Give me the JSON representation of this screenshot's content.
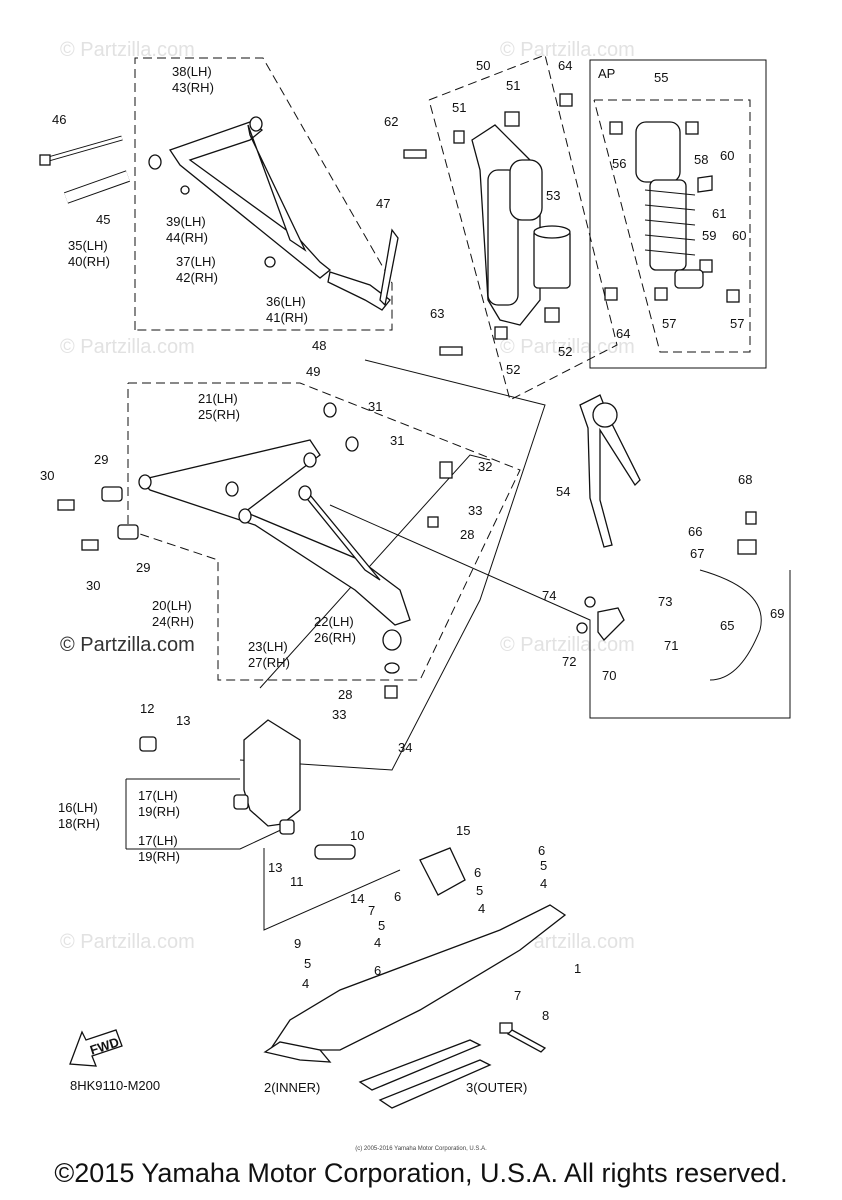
{
  "watermarks": [
    "© Partzilla.com",
    "© Partzilla.com",
    "© Partzilla.com",
    "© Partzilla.com",
    "© Partzilla.com",
    "© Partzilla.com",
    "© Partzilla.com",
    "© Partzilla.com"
  ],
  "center_watermark": "© Partzilla.com",
  "ap_label": "AP",
  "fwd_label": "FWD",
  "diagram_code": "8HK9110-M200",
  "small_copyright": "(c) 2005-2016 Yamaha Motor Corporation, U.S.A.",
  "footer_copyright": "©2015 Yamaha Motor Corporation, U.S.A. All rights reserved.",
  "callouts": [
    {
      "id": "c46",
      "text": "46"
    },
    {
      "id": "c45",
      "text": "45"
    },
    {
      "id": "c38",
      "text": "38(LH)"
    },
    {
      "id": "c43",
      "text": "43(RH)"
    },
    {
      "id": "c39",
      "text": "39(LH)"
    },
    {
      "id": "c44",
      "text": "44(RH)"
    },
    {
      "id": "c35",
      "text": "35(LH)"
    },
    {
      "id": "c40",
      "text": "40(RH)"
    },
    {
      "id": "c37",
      "text": "37(LH)"
    },
    {
      "id": "c42",
      "text": "42(RH)"
    },
    {
      "id": "c36",
      "text": "36(LH)"
    },
    {
      "id": "c41",
      "text": "41(RH)"
    },
    {
      "id": "c47",
      "text": "47"
    },
    {
      "id": "c48",
      "text": "48"
    },
    {
      "id": "c49",
      "text": "49"
    },
    {
      "id": "c50",
      "text": "50"
    },
    {
      "id": "c51a",
      "text": "51"
    },
    {
      "id": "c51b",
      "text": "51"
    },
    {
      "id": "c64a",
      "text": "64"
    },
    {
      "id": "c62",
      "text": "62"
    },
    {
      "id": "c53",
      "text": "53"
    },
    {
      "id": "c63",
      "text": "63"
    },
    {
      "id": "c52a",
      "text": "52"
    },
    {
      "id": "c52b",
      "text": "52"
    },
    {
      "id": "c64b",
      "text": "64"
    },
    {
      "id": "c55",
      "text": "55"
    },
    {
      "id": "c56",
      "text": "56"
    },
    {
      "id": "c58",
      "text": "58"
    },
    {
      "id": "c60a",
      "text": "60"
    },
    {
      "id": "c61",
      "text": "61"
    },
    {
      "id": "c59",
      "text": "59"
    },
    {
      "id": "c60b",
      "text": "60"
    },
    {
      "id": "c57a",
      "text": "57"
    },
    {
      "id": "c57b",
      "text": "57"
    },
    {
      "id": "c21",
      "text": "21(LH)"
    },
    {
      "id": "c25",
      "text": "25(RH)"
    },
    {
      "id": "c31a",
      "text": "31"
    },
    {
      "id": "c31b",
      "text": "31"
    },
    {
      "id": "c30a",
      "text": "30"
    },
    {
      "id": "c29a",
      "text": "29"
    },
    {
      "id": "c30b",
      "text": "30"
    },
    {
      "id": "c29b",
      "text": "29"
    },
    {
      "id": "c32",
      "text": "32"
    },
    {
      "id": "c33a",
      "text": "33"
    },
    {
      "id": "c28a",
      "text": "28"
    },
    {
      "id": "c20",
      "text": "20(LH)"
    },
    {
      "id": "c24",
      "text": "24(RH)"
    },
    {
      "id": "c22",
      "text": "22(LH)"
    },
    {
      "id": "c26",
      "text": "26(RH)"
    },
    {
      "id": "c23",
      "text": "23(LH)"
    },
    {
      "id": "c27",
      "text": "27(RH)"
    },
    {
      "id": "c28b",
      "text": "28"
    },
    {
      "id": "c33b",
      "text": "33"
    },
    {
      "id": "c34",
      "text": "34"
    },
    {
      "id": "c54",
      "text": "54"
    },
    {
      "id": "c68",
      "text": "68"
    },
    {
      "id": "c66",
      "text": "66"
    },
    {
      "id": "c67",
      "text": "67"
    },
    {
      "id": "c69",
      "text": "69"
    },
    {
      "id": "c65",
      "text": "65"
    },
    {
      "id": "c74",
      "text": "74"
    },
    {
      "id": "c73",
      "text": "73"
    },
    {
      "id": "c71",
      "text": "71"
    },
    {
      "id": "c72",
      "text": "72"
    },
    {
      "id": "c70",
      "text": "70"
    },
    {
      "id": "c12",
      "text": "12"
    },
    {
      "id": "c13a",
      "text": "13"
    },
    {
      "id": "c16",
      "text": "16(LH)"
    },
    {
      "id": "c18",
      "text": "18(RH)"
    },
    {
      "id": "c17a",
      "text": "17(LH)"
    },
    {
      "id": "c19a",
      "text": "19(RH)"
    },
    {
      "id": "c17b",
      "text": "17(LH)"
    },
    {
      "id": "c19b",
      "text": "19(RH)"
    },
    {
      "id": "c10",
      "text": "10"
    },
    {
      "id": "c13b",
      "text": "13"
    },
    {
      "id": "c11",
      "text": "11"
    },
    {
      "id": "c15",
      "text": "15"
    },
    {
      "id": "c6a",
      "text": "6"
    },
    {
      "id": "c5a",
      "text": "5"
    },
    {
      "id": "c4a",
      "text": "4"
    },
    {
      "id": "c6b",
      "text": "6"
    },
    {
      "id": "c5b",
      "text": "5"
    },
    {
      "id": "c4b",
      "text": "4"
    },
    {
      "id": "c14",
      "text": "14"
    },
    {
      "id": "c7a",
      "text": "7"
    },
    {
      "id": "c9",
      "text": "9"
    },
    {
      "id": "c6c",
      "text": "6"
    },
    {
      "id": "c5c",
      "text": "5"
    },
    {
      "id": "c4c",
      "text": "4"
    },
    {
      "id": "c5d",
      "text": "5"
    },
    {
      "id": "c6d",
      "text": "6"
    },
    {
      "id": "c4d",
      "text": "4"
    },
    {
      "id": "c1",
      "text": "1"
    },
    {
      "id": "c7b",
      "text": "7"
    },
    {
      "id": "c8",
      "text": "8"
    },
    {
      "id": "c2",
      "text": "2(INNER)"
    },
    {
      "id": "c3",
      "text": "3(OUTER)"
    }
  ]
}
